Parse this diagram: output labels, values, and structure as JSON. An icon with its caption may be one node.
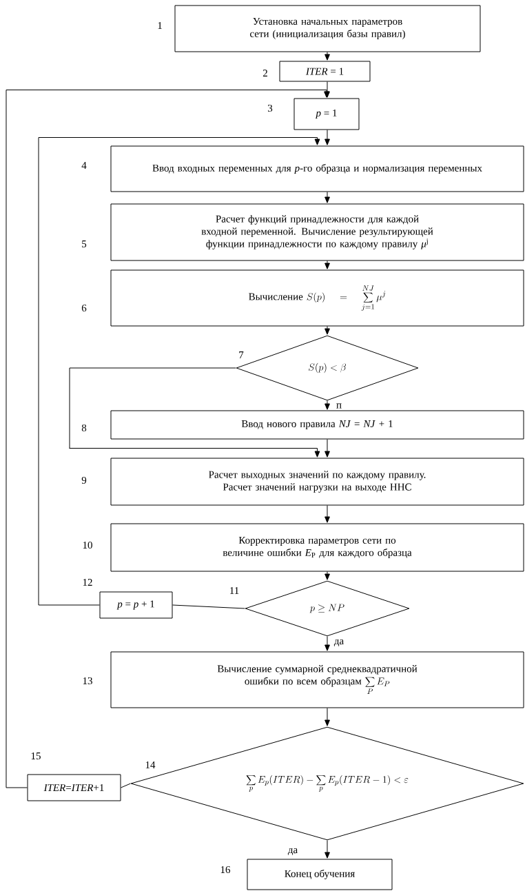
{
  "diagram": {
    "nodes": [
      {
        "text": [
          "Установка начальных параметров сети (инициализация базы правил)"
        ],
        "beside": [
          "1"
        ]
      },
      {
        "text": [
          "*ITER* = 1"
        ],
        "beside": [
          "2"
        ]
      },
      {
        "text": [
          "*p* = 1"
        ],
        "beside": [
          "3"
        ]
      },
      {
        "text": [
          "Ввод входных переменных для *p*-го образца и нормализация переменных"
        ],
        "beside": [
          "4"
        ]
      },
      {
        "text": [
          "Расчет функций принадлежности для каждой входной переменной. Вычисление результирующей функции принадлежности по каждому правилу *μ*$^{j}$"
        ],
        "beside": [
          "5"
        ]
      },
      {
        "text": [
          "Вычисление",
          "S(p)=\\sum_{j=1}^{NJ}\\mu^{j}"
        ],
        "beside": [
          "6"
        ]
      },
      {
        "text": [
          "S(p)<\\beta"
        ],
        "beside": [
          "7"
        ]
      },
      {
        "text": [
          "Ввод нового правила *NJ* = *NJ* + 1"
        ],
        "beside": [
          "8"
        ]
      },
      {
        "text": [
          "Расчет выходных значений по каждому правилу. Расчет значений нагрузки на выходе ННС"
        ],
        "beside": [
          "9"
        ]
      },
      {
        "text": [
          "Корректировка параметров сети по величине ошибки *E*$_{P}$ для каждого образца"
        ],
        "beside": [
          "10"
        ]
      },
      {
        "text": [
          "p\\geq NP"
        ],
        "beside": [
          "11"
        ]
      },
      {
        "text": [
          "*p* = *p* + 1"
        ],
        "beside": [
          "12"
        ]
      },
      {
        "text": [
          "Вычисление суммарной среднеквадратичной ошибки по всем образцам",
          "\\sum_{P} E_{P}"
        ],
        "beside": [
          "13"
        ]
      },
      {
        "text": [
          "\\sum_{p} E_{p}(ITER)-\\sum_{p} E_{p}(ITER-1)<\\varepsilon"
        ],
        "beside": [
          "14"
        ]
      },
      {
        "text": [
          "*ITER*=*ITER*+1"
        ],
        "beside": [
          "15"
        ]
      },
      {
        "text": [
          "Конец обучения"
        ],
        "beside": [
          "16"
        ]
      }
    ],
    "edges": [
      {
        "from": 0,
        "to": 1,
        "arrow": "to"
      },
      {
        "from": 1,
        "to": 2,
        "arrow": "to"
      },
      {
        "from": 2,
        "to": 3,
        "arrow": "to"
      },
      {
        "from": 3,
        "to": 4,
        "arrow": "to"
      },
      {
        "from": 4,
        "to": 5,
        "arrow": "to"
      },
      {
        "from": 5,
        "to": 6,
        "arrow": "to"
      },
      {
        "from": 6,
        "to": 7,
        "arrow": "to",
        "label": "п"
      },
      {
        "from": 7,
        "to": 8,
        "arrow": "to"
      },
      {
        "from": 6,
        "to": 8,
        "arrow": "to"
      },
      {
        "from": 8,
        "to": 9,
        "arrow": "to"
      },
      {
        "from": 9,
        "to": 10,
        "arrow": "to"
      },
      {
        "from": 10,
        "to": 11,
        "arrow": "none"
      },
      {
        "from": 11,
        "to": 3,
        "arrow": "to"
      },
      {
        "from": 10,
        "to": 12,
        "arrow": "to",
        "label": "да"
      },
      {
        "from": 12,
        "to": 13,
        "arrow": "to"
      },
      {
        "from": 13,
        "to": 14,
        "arrow": "none"
      },
      {
        "from": 14,
        "to": 2,
        "arrow": "to"
      },
      {
        "from": 13,
        "to": 15,
        "arrow": "to",
        "label": "да"
      }
    ]
  }
}
